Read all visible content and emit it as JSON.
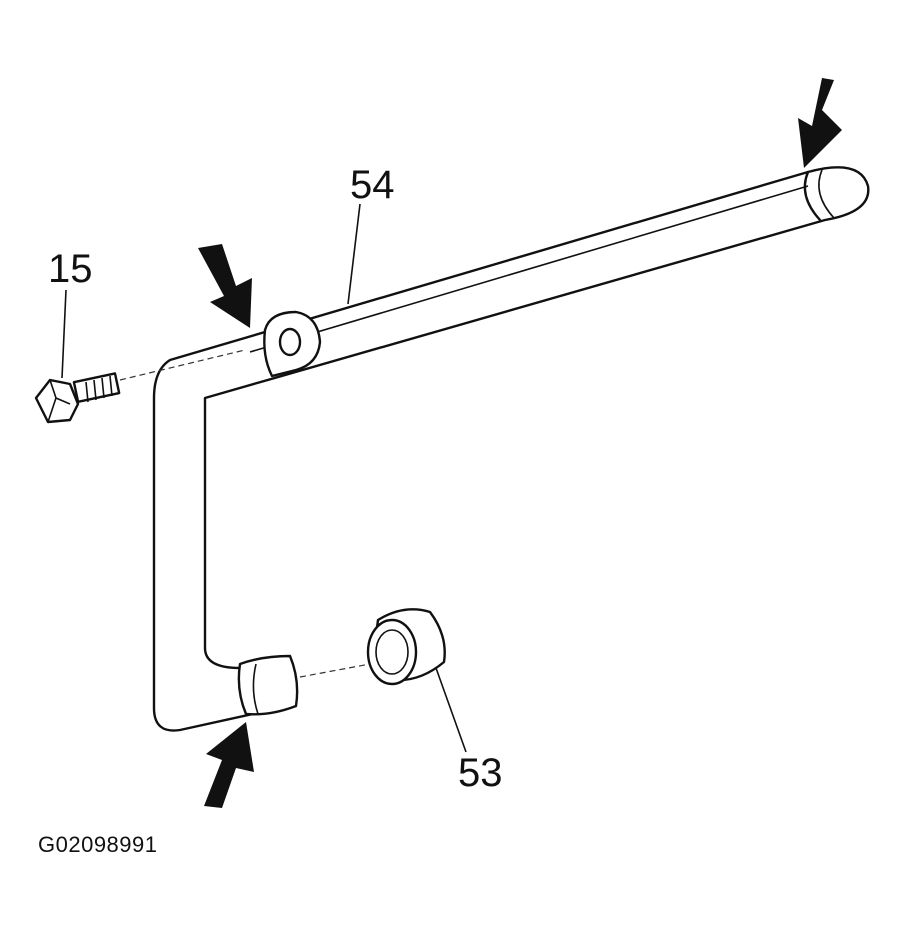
{
  "callouts": {
    "bolt": "15",
    "pipe": "54",
    "seal": "53"
  },
  "figure_id": "G02098991",
  "icons": [
    "bolt-icon",
    "pipe-icon",
    "seal-ring-icon",
    "arrow-icon"
  ]
}
